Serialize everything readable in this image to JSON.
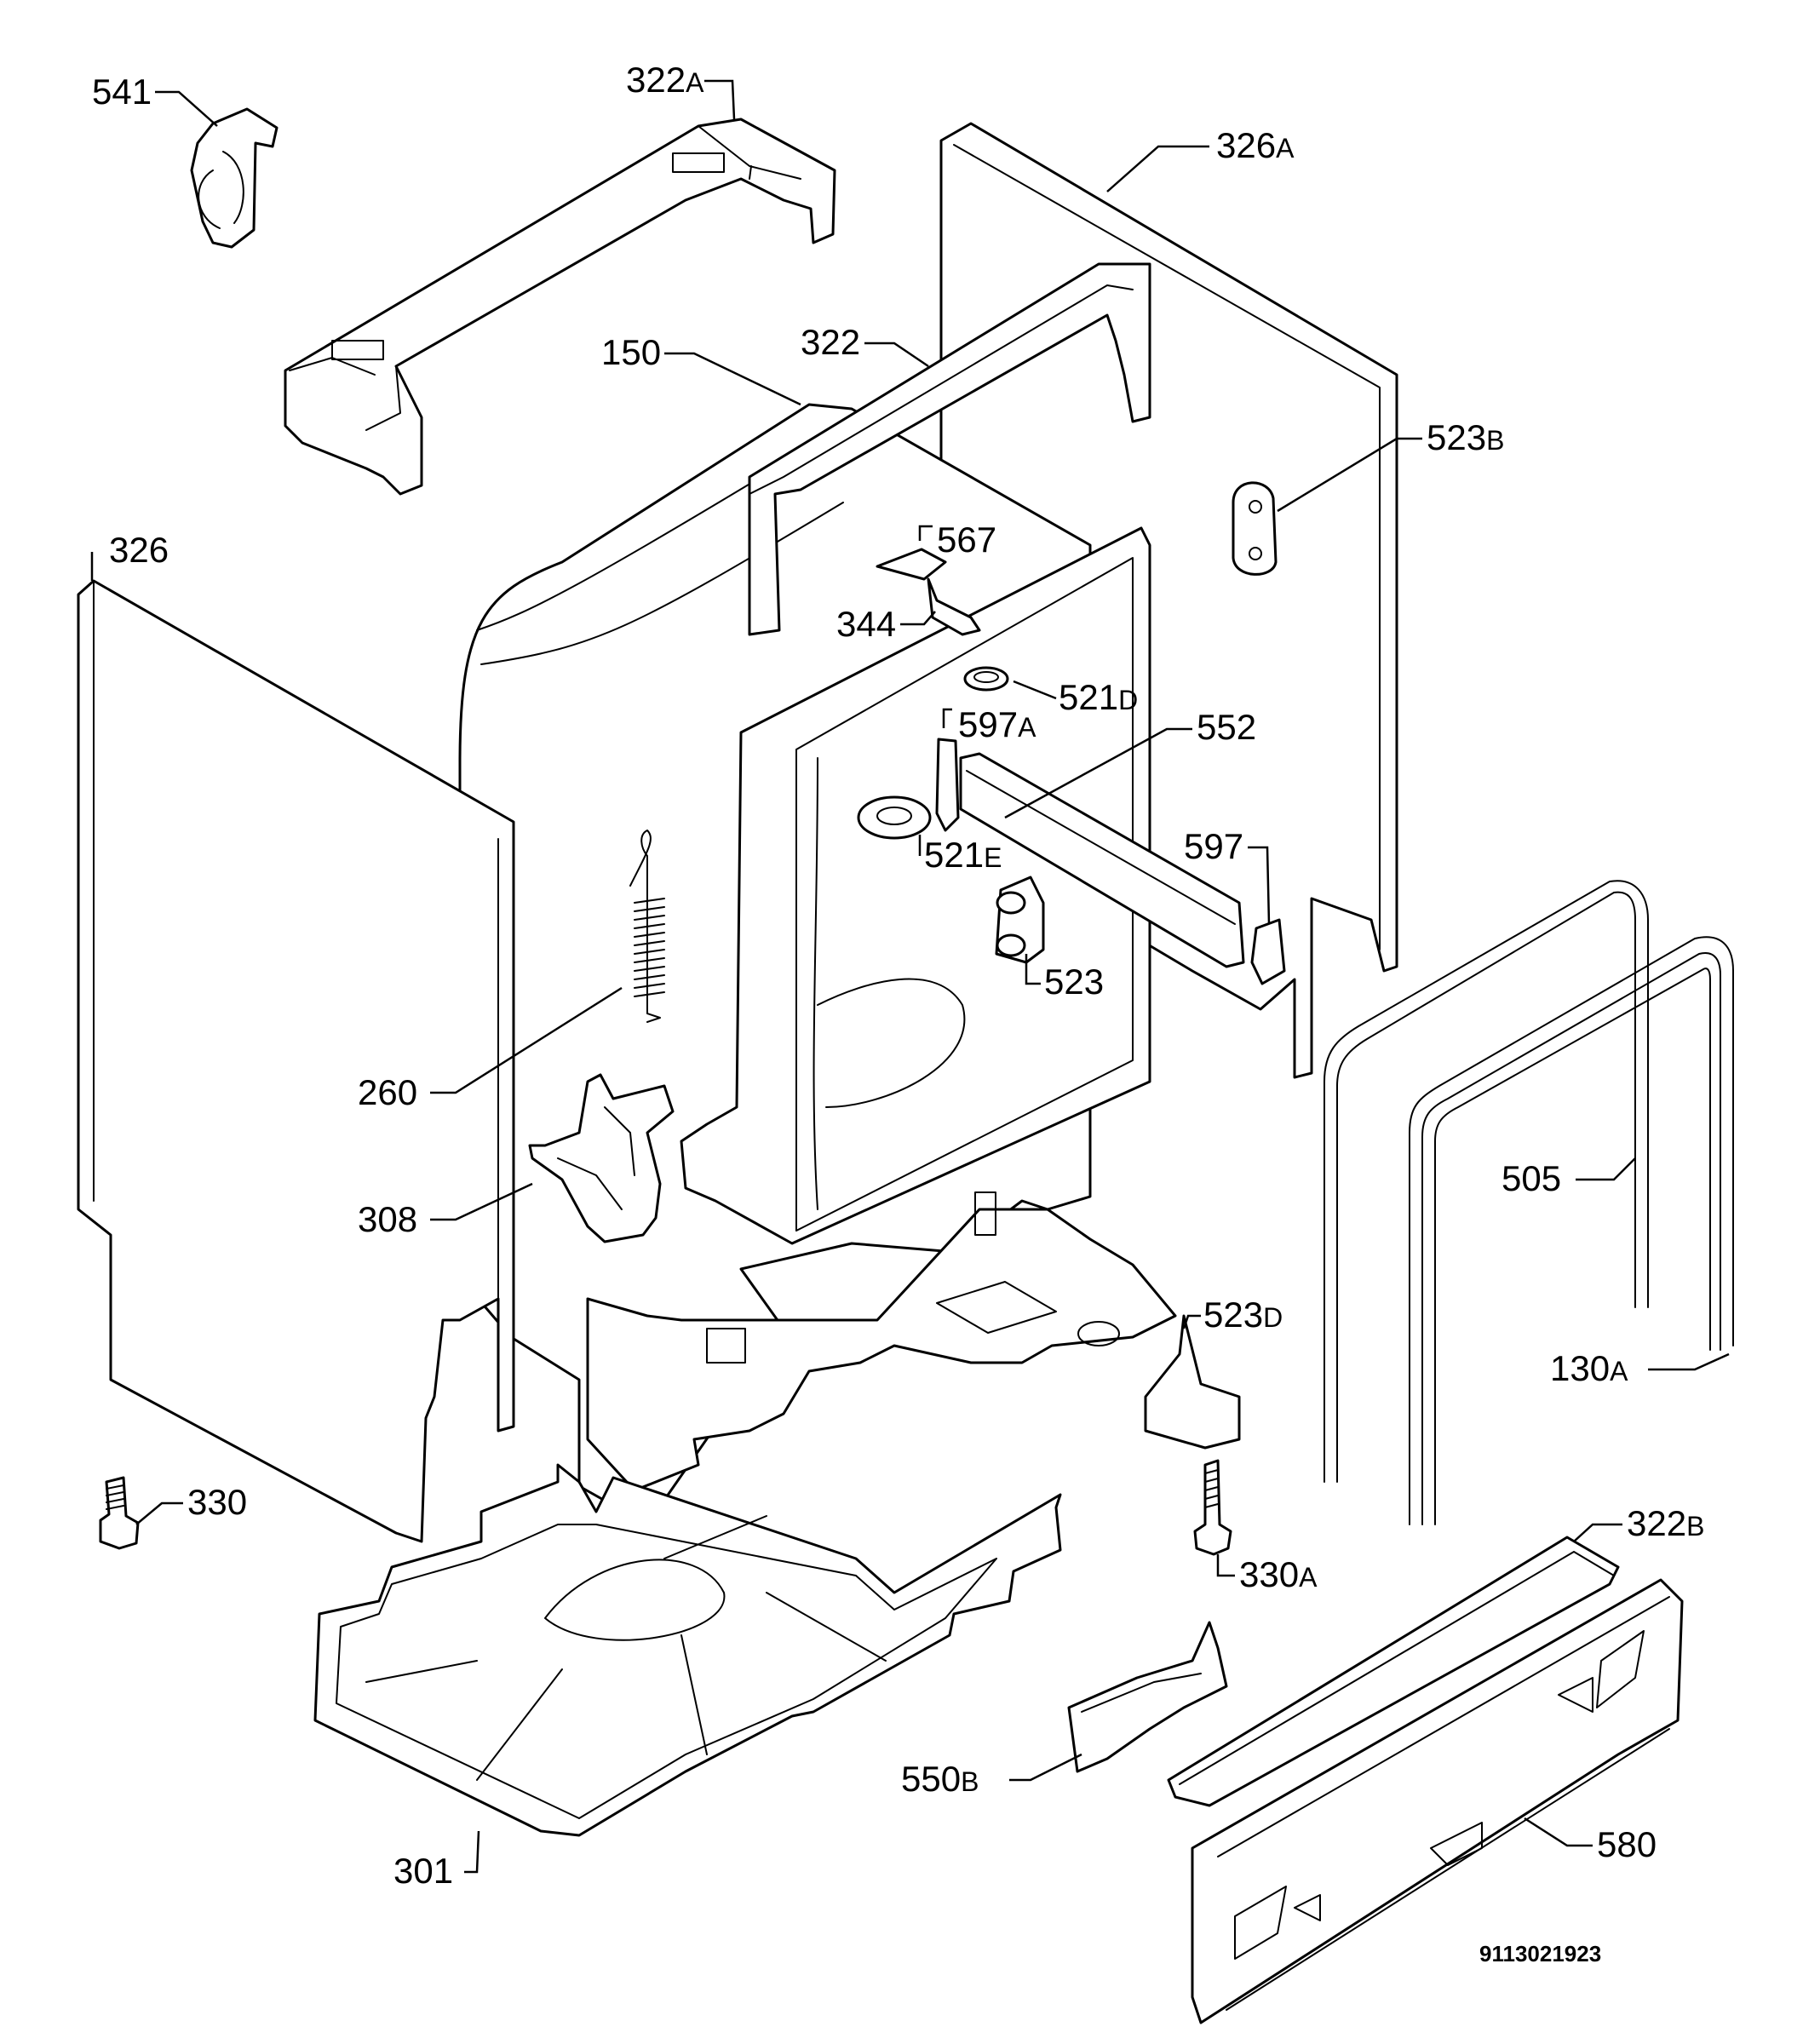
{
  "diagram": {
    "callouts": {
      "c541": {
        "num": "541",
        "suffix": ""
      },
      "c322A": {
        "num": "322",
        "suffix": "A"
      },
      "c326A": {
        "num": "326",
        "suffix": "A"
      },
      "c150": {
        "num": "150",
        "suffix": ""
      },
      "c322": {
        "num": "322",
        "suffix": ""
      },
      "c523B": {
        "num": "523",
        "suffix": "B"
      },
      "c326": {
        "num": "326",
        "suffix": ""
      },
      "c567": {
        "num": "567",
        "suffix": ""
      },
      "c344": {
        "num": "344",
        "suffix": ""
      },
      "c521D": {
        "num": "521",
        "suffix": "D"
      },
      "c597A": {
        "num": "597",
        "suffix": "A"
      },
      "c552": {
        "num": "552",
        "suffix": ""
      },
      "c597": {
        "num": "597",
        "suffix": ""
      },
      "c521E": {
        "num": "521",
        "suffix": "E"
      },
      "c523": {
        "num": "523",
        "suffix": ""
      },
      "c260": {
        "num": "260",
        "suffix": ""
      },
      "c505": {
        "num": "505",
        "suffix": ""
      },
      "c308": {
        "num": "308",
        "suffix": ""
      },
      "c523D": {
        "num": "523",
        "suffix": "D"
      },
      "c130A": {
        "num": "130",
        "suffix": "A"
      },
      "c330": {
        "num": "330",
        "suffix": ""
      },
      "c322B": {
        "num": "322",
        "suffix": "B"
      },
      "c330A": {
        "num": "330",
        "suffix": "A"
      },
      "c550B": {
        "num": "550",
        "suffix": "B"
      },
      "c580": {
        "num": "580",
        "suffix": ""
      },
      "c301": {
        "num": "301",
        "suffix": ""
      }
    },
    "drawing_number": "9113021923"
  }
}
